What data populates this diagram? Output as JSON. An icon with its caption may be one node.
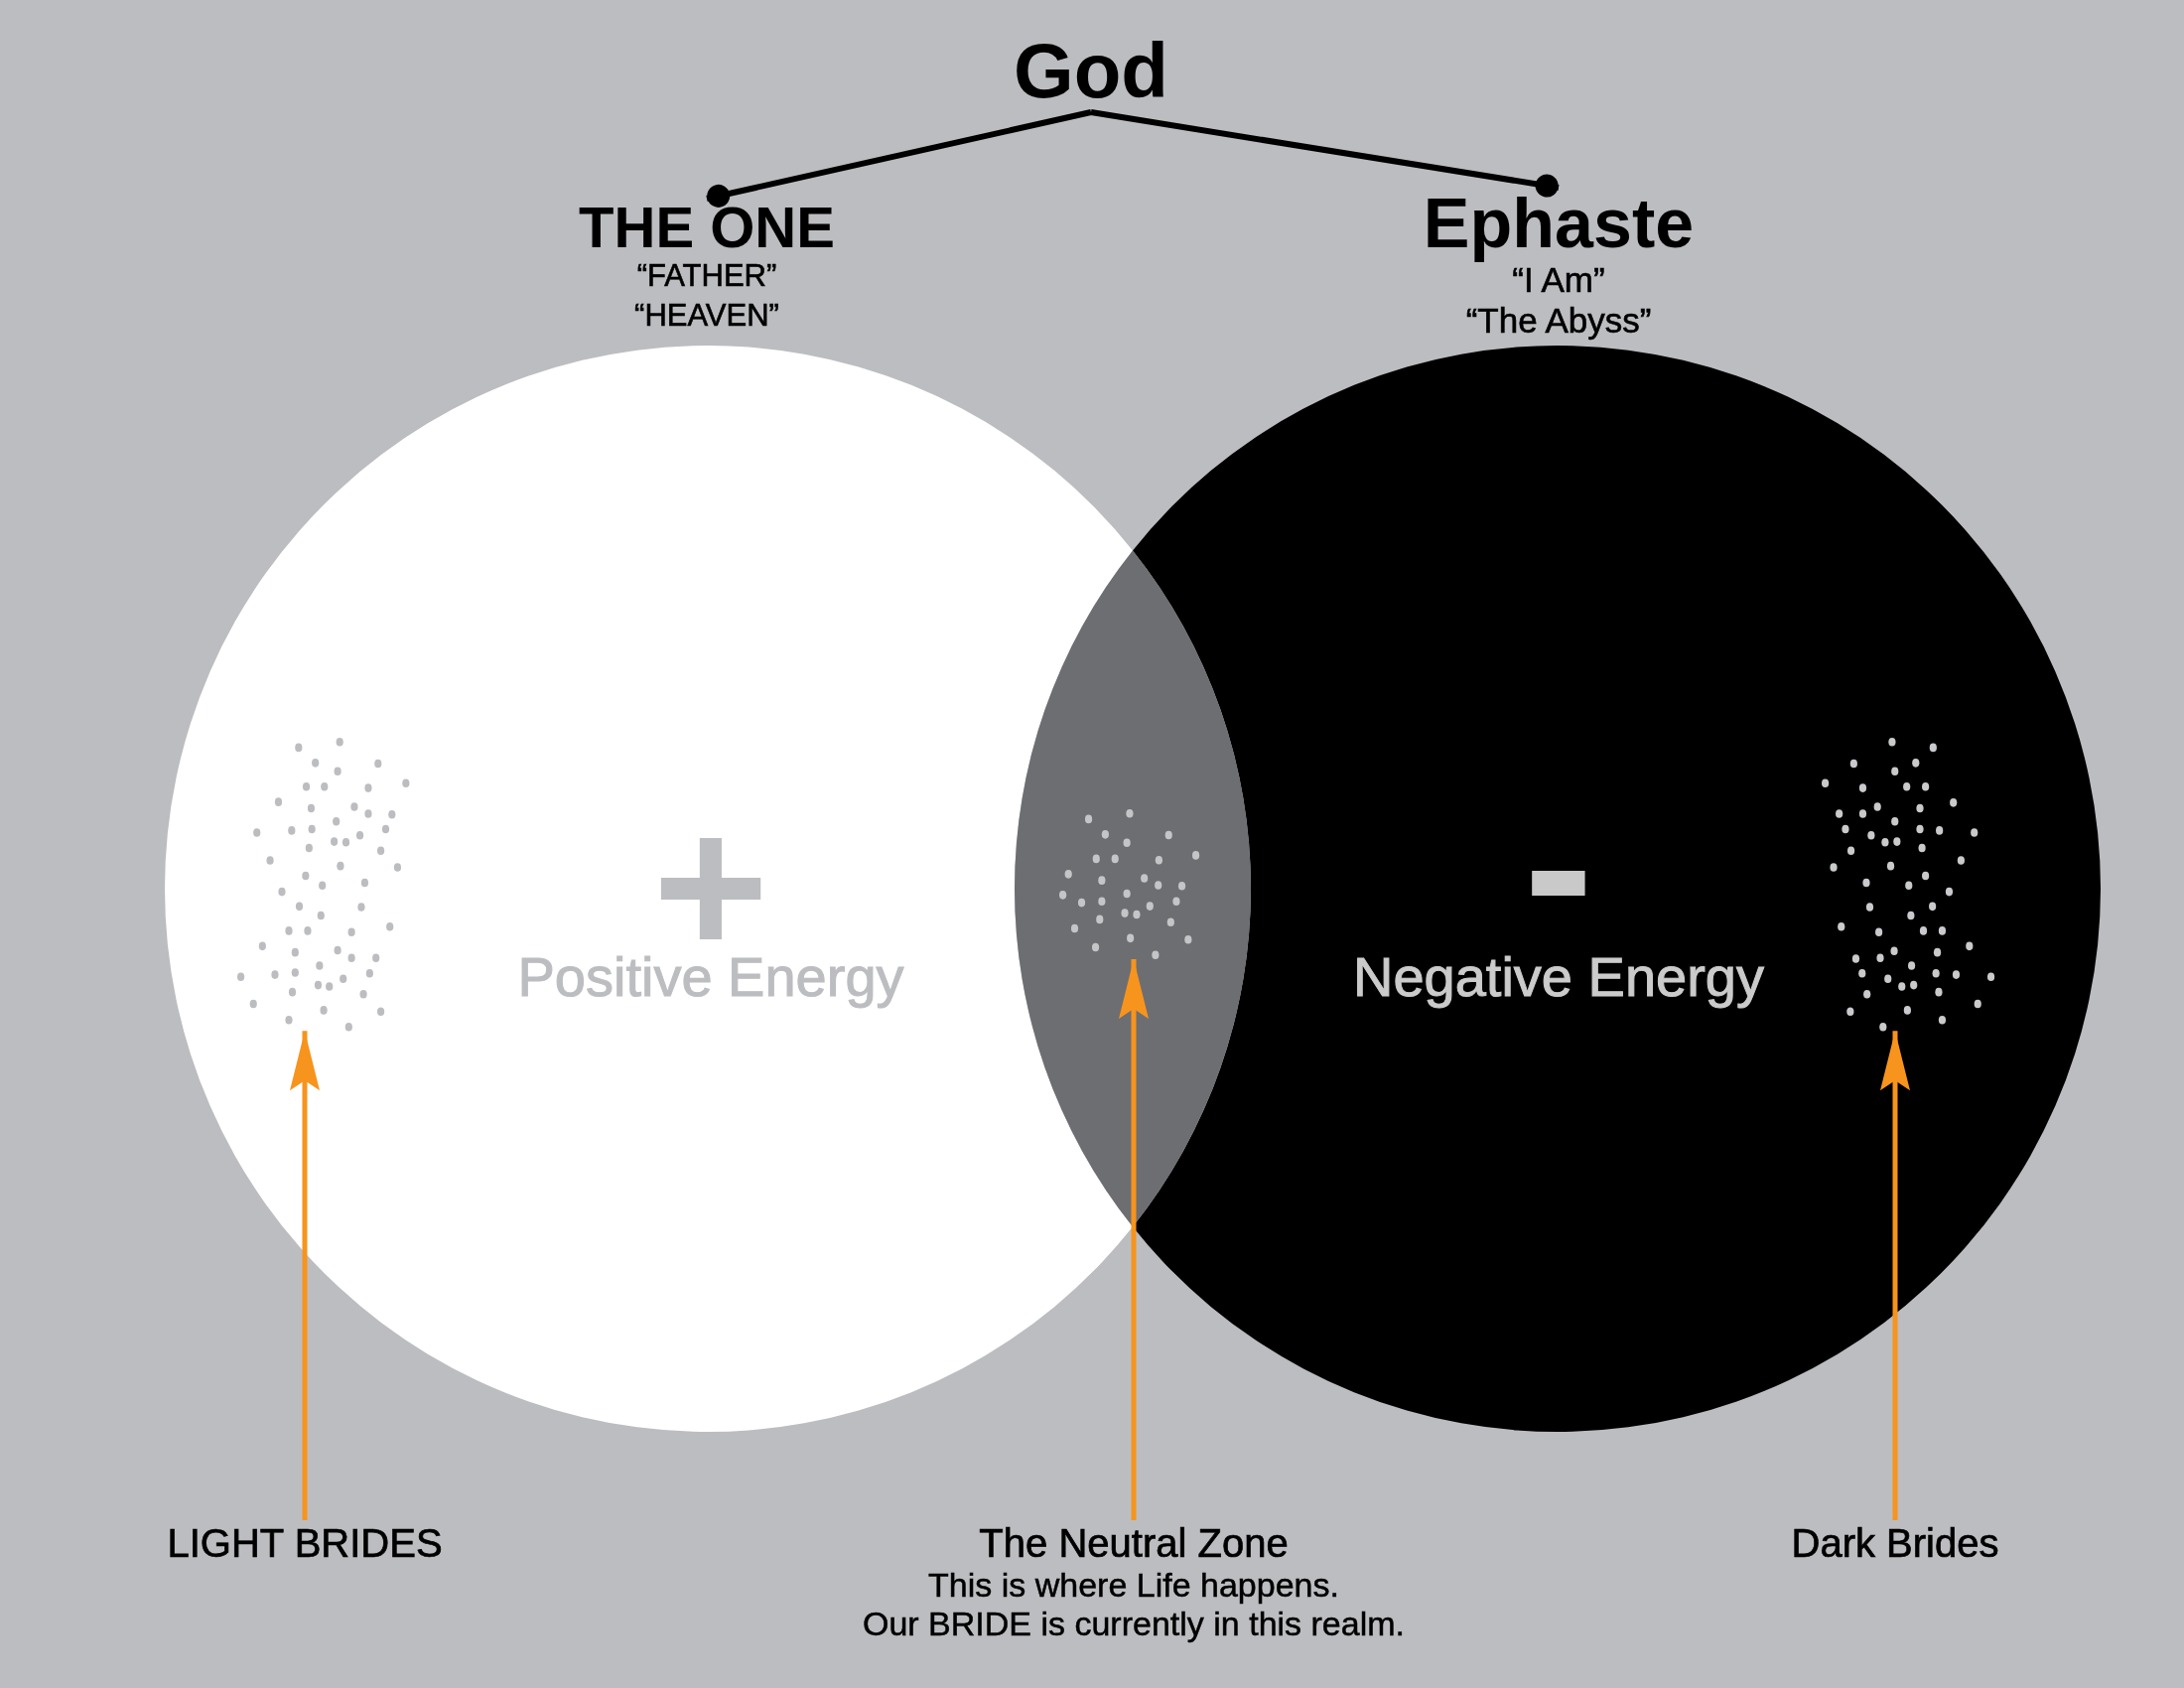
{
  "diagram": {
    "nodes": [
      {
        "text": [
          "God"
        ]
      },
      {
        "text": [
          "THE ONE",
          "“FATHER”",
          "“HEAVEN”"
        ]
      },
      {
        "text": [
          "Ephaste",
          "“I Am”",
          "“The Abyss”"
        ]
      },
      {
        "text": [
          "+",
          "Positive Energy"
        ]
      },
      {
        "text": [
          "-",
          "Negative Energy"
        ]
      },
      {
        "text": [],
        "shape": "dots",
        "in": 3
      },
      {
        "text": [],
        "shape": "dots"
      },
      {
        "text": [],
        "shape": "dots",
        "in": 4
      },
      {
        "text": [
          "LIGHT BRIDES"
        ]
      },
      {
        "text": [
          "The Neutral Zone",
          "This is where Life happens. Our BRIDE is currently in this realm."
        ]
      },
      {
        "text": [
          "Dark Brides"
        ]
      }
    ],
    "edges": [
      {
        "from": 0,
        "to": 1,
        "arrow": "other",
        "color": "#000000"
      },
      {
        "from": 0,
        "to": 2,
        "arrow": "other",
        "color": "#000000"
      },
      {
        "from": 8,
        "to": 5,
        "arrow": "to"
      },
      {
        "from": 9,
        "to": 6,
        "arrow": "to"
      },
      {
        "from": 10,
        "to": 7,
        "arrow": "to"
      }
    ]
  }
}
